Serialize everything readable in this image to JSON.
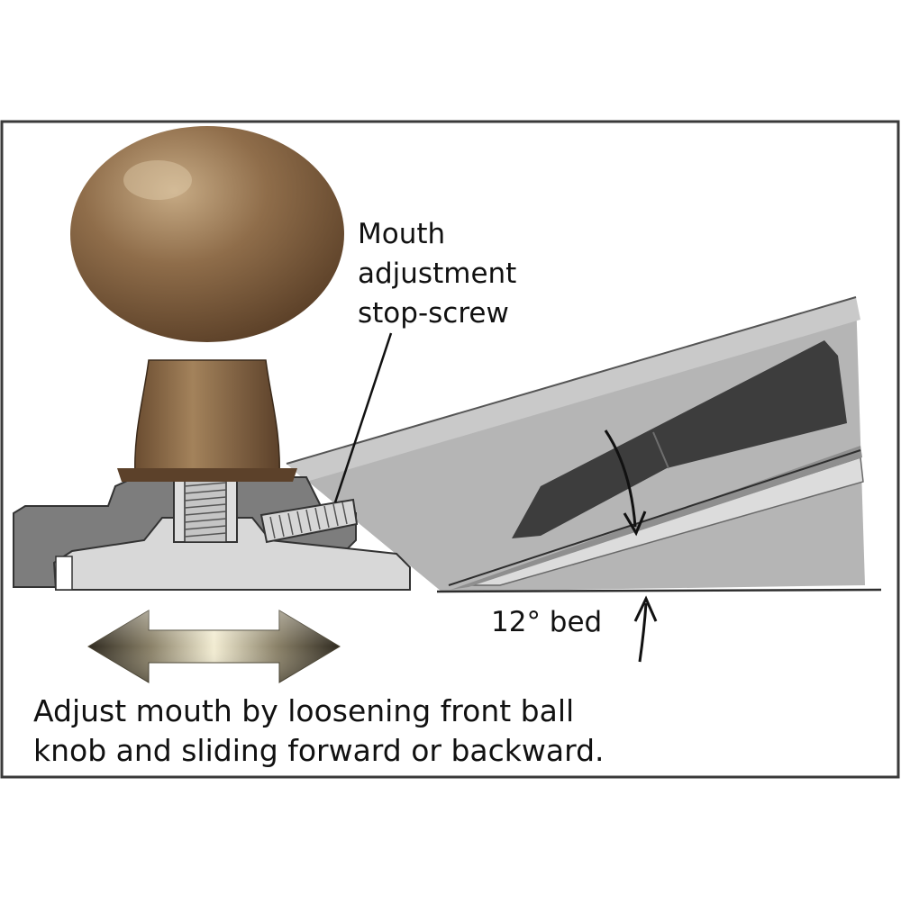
{
  "callout": {
    "line1": "Mouth",
    "line2": "adjustment",
    "line3": "stop-screw"
  },
  "bed_label": "12° bed",
  "caption": {
    "line1": "Adjust mouth by loosening front ball",
    "line2": "knob and sliding forward or backward."
  },
  "colors": {
    "frame": "#3a3a3a",
    "knob": "#8a6a48",
    "knob_shadow": "#5e442c",
    "body_dark": "#7d7d7d",
    "body_light": "#d9d9d9",
    "blade": "#3f3f3f",
    "plane_gray": "#b8b8b8",
    "arrow_gold": "#c9bf98"
  }
}
